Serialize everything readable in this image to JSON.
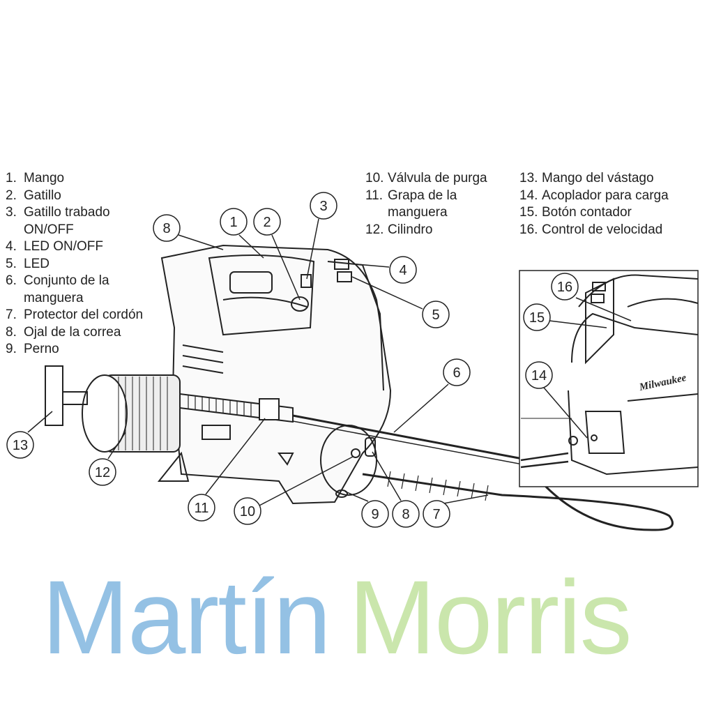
{
  "legend": {
    "col1": [
      {
        "num": "1.",
        "text": "Mango"
      },
      {
        "num": "2.",
        "text": "Gatillo"
      },
      {
        "num": "3.",
        "text": "Gatillo trabado ON/OFF"
      },
      {
        "num": "4.",
        "text": "LED ON/OFF"
      },
      {
        "num": "5.",
        "text": "LED"
      },
      {
        "num": "6.",
        "text": "Conjunto de la manguera"
      },
      {
        "num": "7.",
        "text": "Protector del cordón"
      },
      {
        "num": "8.",
        "text": "Ojal de la correa"
      },
      {
        "num": "9.",
        "text": "Perno"
      }
    ],
    "col2": [
      {
        "num": "10.",
        "text": "Válvula de purga"
      },
      {
        "num": "11.",
        "text": "Grapa de la manguera"
      },
      {
        "num": "12.",
        "text": "Cilindro"
      }
    ],
    "col3": [
      {
        "num": "13.",
        "text": "Mango del vástago"
      },
      {
        "num": "14.",
        "text": "Acoplador para carga"
      },
      {
        "num": "15.",
        "text": "Botón contador"
      },
      {
        "num": "16.",
        "text": "Control de velocidad"
      }
    ]
  },
  "callouts": [
    "1",
    "2",
    "3",
    "4",
    "5",
    "6",
    "7",
    "8",
    "9",
    "10",
    "11",
    "12",
    "13",
    "8",
    "14",
    "15",
    "16"
  ],
  "watermark": {
    "part1": "Martín",
    "part2": "Morris",
    "color1": "#3d8fcf",
    "color2": "#9fd36a"
  },
  "inset_brand": "Milwaukee"
}
